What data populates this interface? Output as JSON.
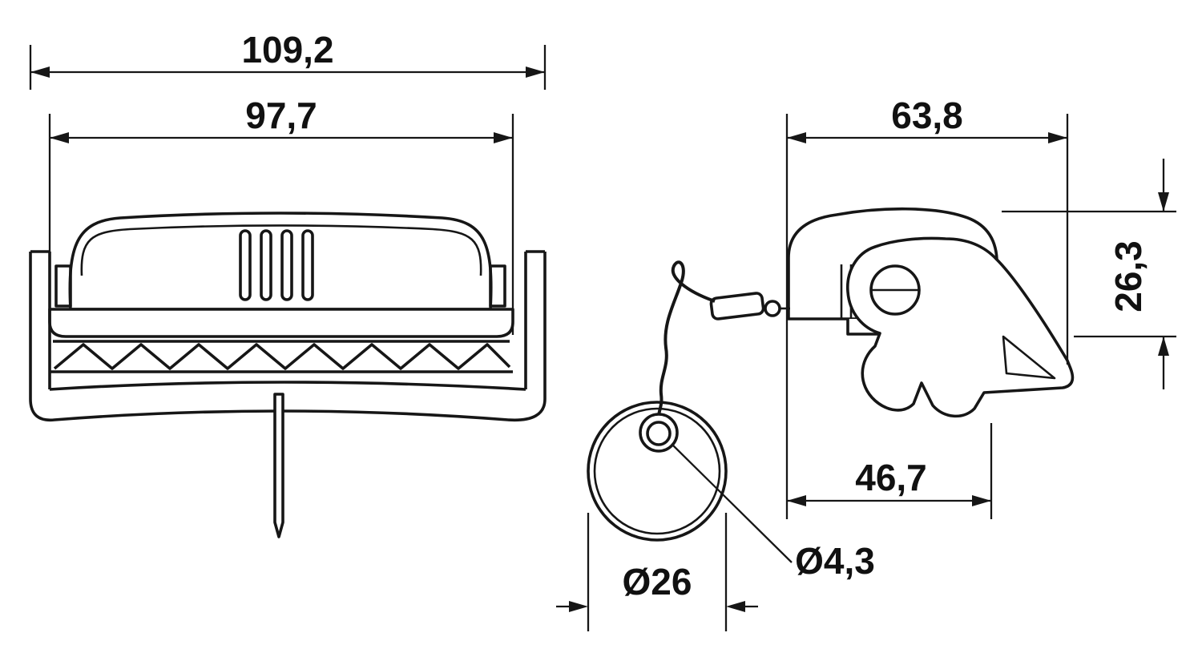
{
  "drawing": {
    "kind": "technical-dimension-drawing",
    "colors": {
      "line": "#161616",
      "background": "#ffffff"
    },
    "dimensions": {
      "overall_width": "109,2",
      "housing_width": "97,7",
      "side_width": "63,8",
      "side_height": "26,3",
      "latch_depth": "46,7",
      "cap_diameter": "Ø26",
      "hole_diameter": "Ø4,3"
    }
  }
}
